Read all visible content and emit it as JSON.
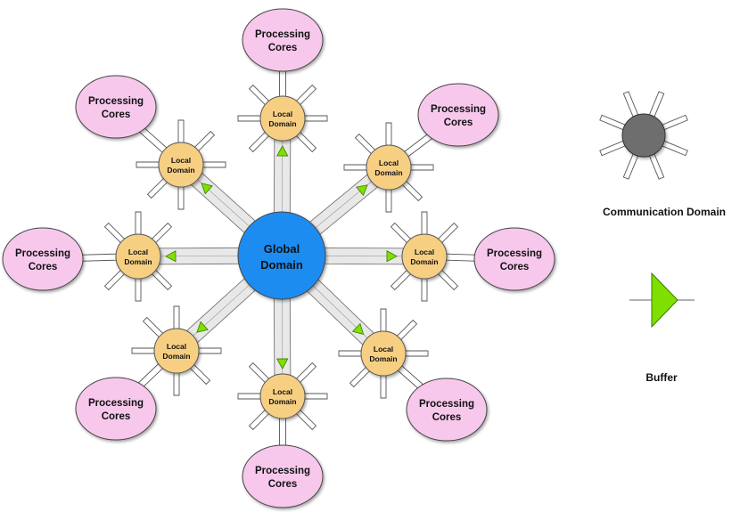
{
  "diagram": {
    "global_domain": {
      "line1": "Global",
      "line2": "Domain",
      "color": "#1a8cf0"
    },
    "local_domain": {
      "line1": "Local",
      "line2": "Domain",
      "color": "#f7cf83"
    },
    "processing_cores": {
      "line1": "Processing",
      "line2": "Cores",
      "color": "#f7c8ec"
    },
    "buffer_color": "#7fe000",
    "link_color": "#e8e8e8"
  },
  "legend": {
    "communication_domain": {
      "label": "Communication Domain",
      "color": "#6e6e6e"
    },
    "buffer": {
      "label": "Buffer"
    }
  }
}
